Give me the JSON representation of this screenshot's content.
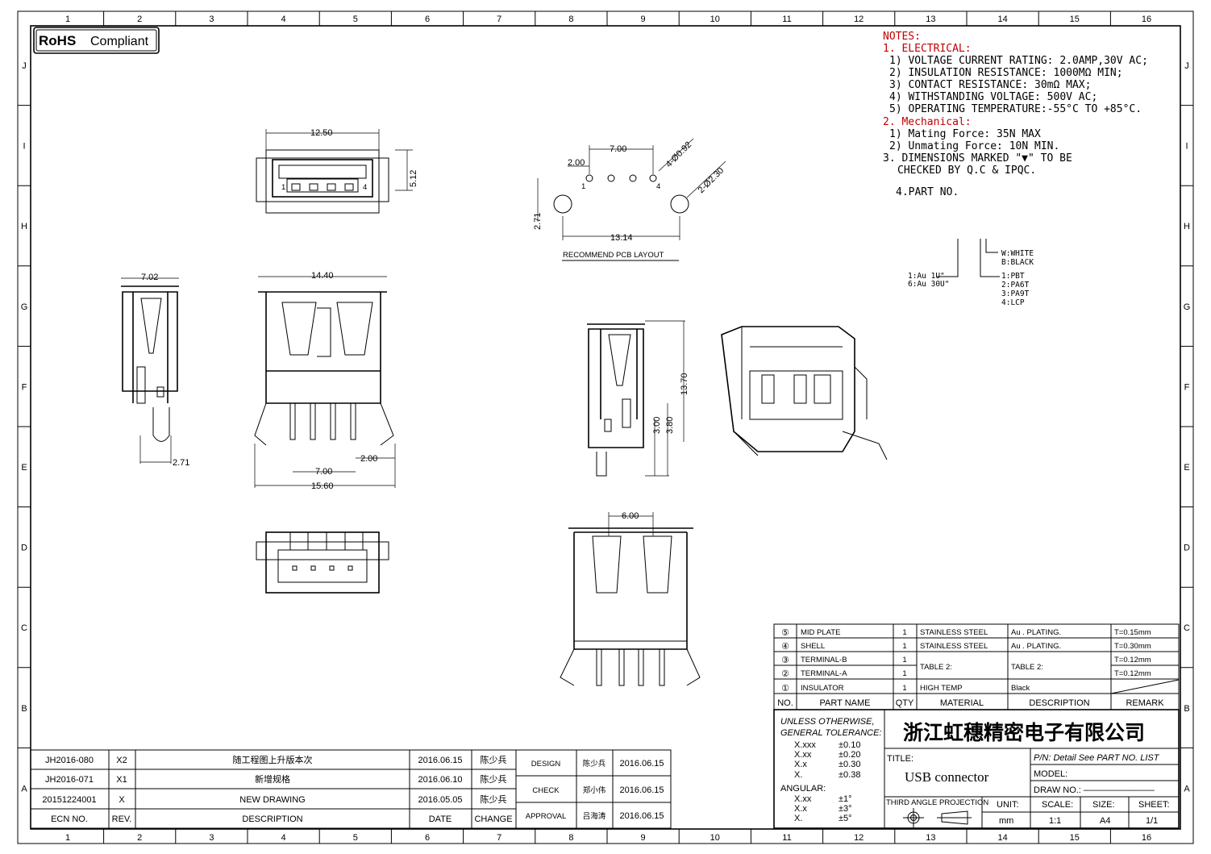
{
  "frame": {
    "columns": [
      "1",
      "2",
      "3",
      "4",
      "5",
      "6",
      "7",
      "8",
      "9",
      "10",
      "11",
      "12",
      "13",
      "14",
      "15",
      "16"
    ],
    "rows": [
      "J",
      "I",
      "H",
      "G",
      "F",
      "E",
      "D",
      "C",
      "B",
      "A"
    ]
  },
  "badge": {
    "rohs": "RoHS",
    "compliant": "Compliant"
  },
  "notes": {
    "heading": "NOTES:",
    "electrical": "1. ELECTRICAL:",
    "e1": "1) VOLTAGE CURRENT RATING: 2.0AMP,30V AC;",
    "e2": "2) INSULATION RESISTANCE: 1000MΩ MIN;",
    "e3": "3) CONTACT RESISTANCE: 30mΩ MAX;",
    "e4": "4) WITHSTANDING VOLTAGE: 500V AC;",
    "e5": "5) OPERATING TEMPERATURE:-55°C TO +85°C.",
    "mechanical": "2. Mechanical:",
    "m1": "1) Mating Force: 35N MAX",
    "m2": "2) Unmating Force: 10N MIN.",
    "n3a": "3. DIMENSIONS MARKED \"▼\" TO BE",
    "n3b": "CHECKED BY Q.C & IPQC.",
    "n4": "4.PART NO.",
    "plating1": "1:Au 1U\"",
    "plating6": "6:Au 30U\"",
    "colorW": "W:WHITE",
    "colorB": "B:BLACK",
    "mat1": "1:PBT",
    "mat2": "2:PA6T",
    "mat3": "3:PA9T",
    "mat4": "4:LCP"
  },
  "dims": {
    "d1250": "12.50",
    "d512": "5.12",
    "d200a": "2.00",
    "d700a": "7.00",
    "hole1": "4-Ø0.92",
    "hole2": "2-Ø2.30",
    "d271a": "2.71",
    "d1314": "13.14",
    "pcb": "RECOMMEND PCB LAYOUT",
    "d702": "7.02",
    "d1440": "14.40",
    "d271b": "2.71",
    "d200b": "2.00",
    "d700b": "7.00",
    "d1560": "15.60",
    "d1370": "13.70",
    "d300": "3.00",
    "d380": "3.80",
    "d600": "6.00",
    "pin1": "1",
    "pin4": "4",
    "ppin1": "1",
    "ppin4": "4"
  },
  "bom": {
    "rows": [
      {
        "no": "⑤",
        "name": "MID PLATE",
        "qty": "1",
        "material": "STAINLESS STEEL",
        "desc": "Au . PLATING.",
        "remark": "T=0.15mm"
      },
      {
        "no": "④",
        "name": "SHELL",
        "qty": "1",
        "material": "STAINLESS STEEL",
        "desc": "Au . PLATING.",
        "remark": "T=0.30mm"
      },
      {
        "no": "③",
        "name": "TERMINAL-B",
        "qty": "1",
        "material": "TABLE 2:",
        "desc": "TABLE 2:",
        "remark": "T=0.12mm"
      },
      {
        "no": "②",
        "name": "TERMINAL-A",
        "qty": "1",
        "remark": "T=0.12mm"
      },
      {
        "no": "①",
        "name": "INSULATOR",
        "qty": "1",
        "material": "HIGH TEMP",
        "desc": "Black"
      }
    ],
    "headers": {
      "no": "NO.",
      "name": "PART NAME",
      "qty": "QTY",
      "material": "MATERIAL",
      "desc": "DESCRIPTION",
      "remark": "REMARK"
    }
  },
  "tolerance": {
    "l1": "UNLESS OTHERWISE,",
    "l2": "GENERAL TOLERANCE:",
    "r1k": "X.xxx",
    "r1v": "±0.10",
    "r2k": "X.xx",
    "r2v": "±0.20",
    "r3k": "X.x",
    "r3v": "±0.30",
    "r4k": "X.",
    "r4v": "±0.38",
    "angular": "ANGULAR:",
    "a1k": "X.xx",
    "a1v": "±1°",
    "a2k": "X.x",
    "a2v": "±3°",
    "a3k": "X.",
    "a3v": "±5°"
  },
  "titleblock": {
    "company": "浙江虹穗精密电子有限公司",
    "title_label": "TITLE:",
    "title": "USB connector",
    "pn": "P/N: Detail See PART NO. LIST",
    "model": "MODEL:",
    "drawno": "DRAW NO.: ————————",
    "projection": "THIRD ANGLE PROJECTION",
    "unit_label": "UNIT:",
    "unit": "mm",
    "scale_label": "SCALE:",
    "scale": "1:1",
    "size_label": "SIZE:",
    "size": "A4",
    "sheet_label": "SHEET:",
    "sheet": "1/1"
  },
  "revisions": {
    "rows": [
      {
        "ecn": "JH2016-080",
        "rev": "X2",
        "desc": "随工程图上升版本次",
        "date": "2016.06.15",
        "change": "陈少兵"
      },
      {
        "ecn": "JH2016-071",
        "rev": "X1",
        "desc": "新增规格",
        "date": "2016.06.10",
        "change": "陈少兵"
      },
      {
        "ecn": "20151224001",
        "rev": "X",
        "desc": "NEW DRAWING",
        "date": "2016.05.05",
        "change": "陈少兵"
      }
    ],
    "headers": {
      "ecn": "ECN NO.",
      "rev": "REV.",
      "desc": "DESCRIPTION",
      "date": "DATE",
      "change": "CHANGE"
    }
  },
  "approval": {
    "design": {
      "label": "DESIGN",
      "name": "陈少兵",
      "date": "2016.06.15"
    },
    "check": {
      "label": "CHECK",
      "name": "郑小伟",
      "date": "2016.06.15"
    },
    "approval": {
      "label": "APPROVAL",
      "name": "吕海涛",
      "date": "2016.06.15"
    }
  }
}
